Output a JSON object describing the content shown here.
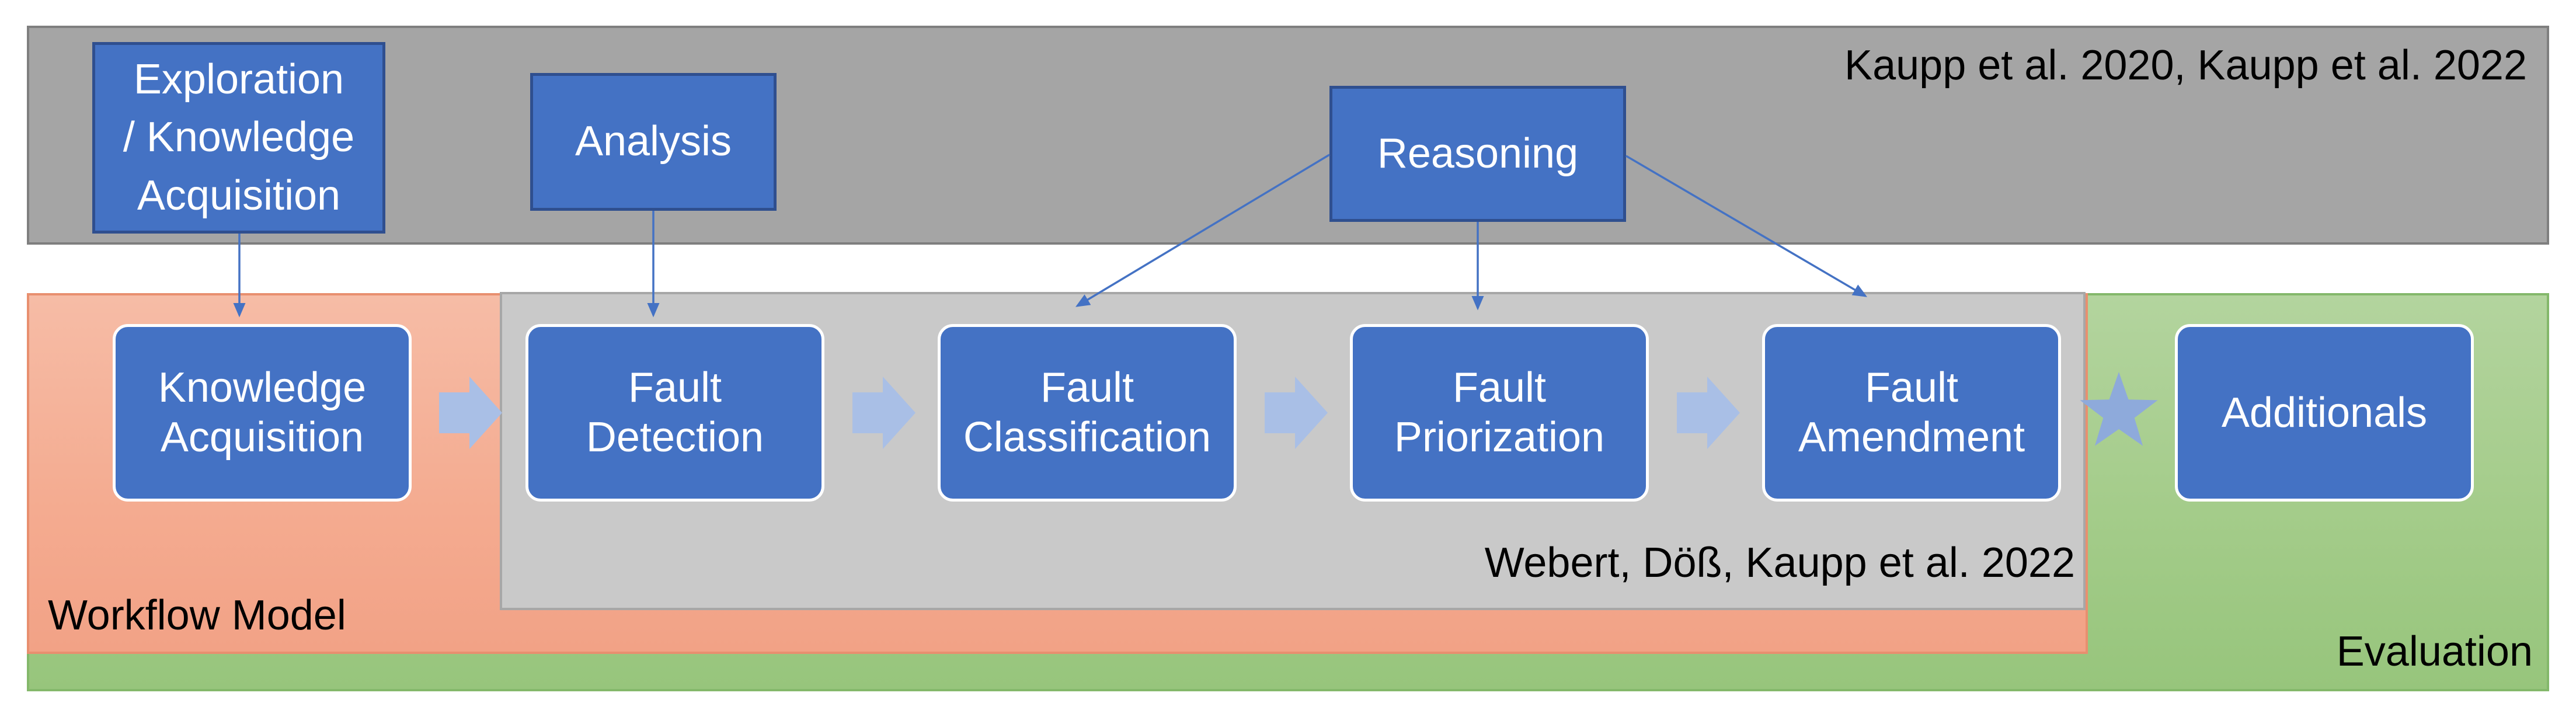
{
  "research": {
    "citation": "Kaupp et al. 2020, Kaupp et al. 2022",
    "boxes": {
      "exploration": "Exploration\n/ Knowledge\nAcquisition",
      "analysis": "Analysis",
      "reasoning": "Reasoning"
    }
  },
  "workflow": {
    "caption": "Workflow Model",
    "knowledge_acquisition": "Knowledge\nAcquisition"
  },
  "fault_handling": {
    "citation": "Webert, Döß, Kaupp et al. 2022",
    "steps": {
      "detection": "Fault\nDetection",
      "classification": "Fault\nClassification",
      "priorization": "Fault\nPriorization",
      "amendment": "Fault\nAmendment"
    }
  },
  "evaluation": {
    "caption": "Evaluation",
    "additionals": "Additionals"
  },
  "colors": {
    "box_blue": "#4472c4",
    "research_band": "#a5a5a5",
    "workflow_band": "#f4ab90",
    "evaluation_band": "#a4cc8a",
    "fault_band": "#c9c9c9",
    "chevron": "#a9bfe6",
    "star": "#8eaadb",
    "connector": "#4472c4"
  }
}
